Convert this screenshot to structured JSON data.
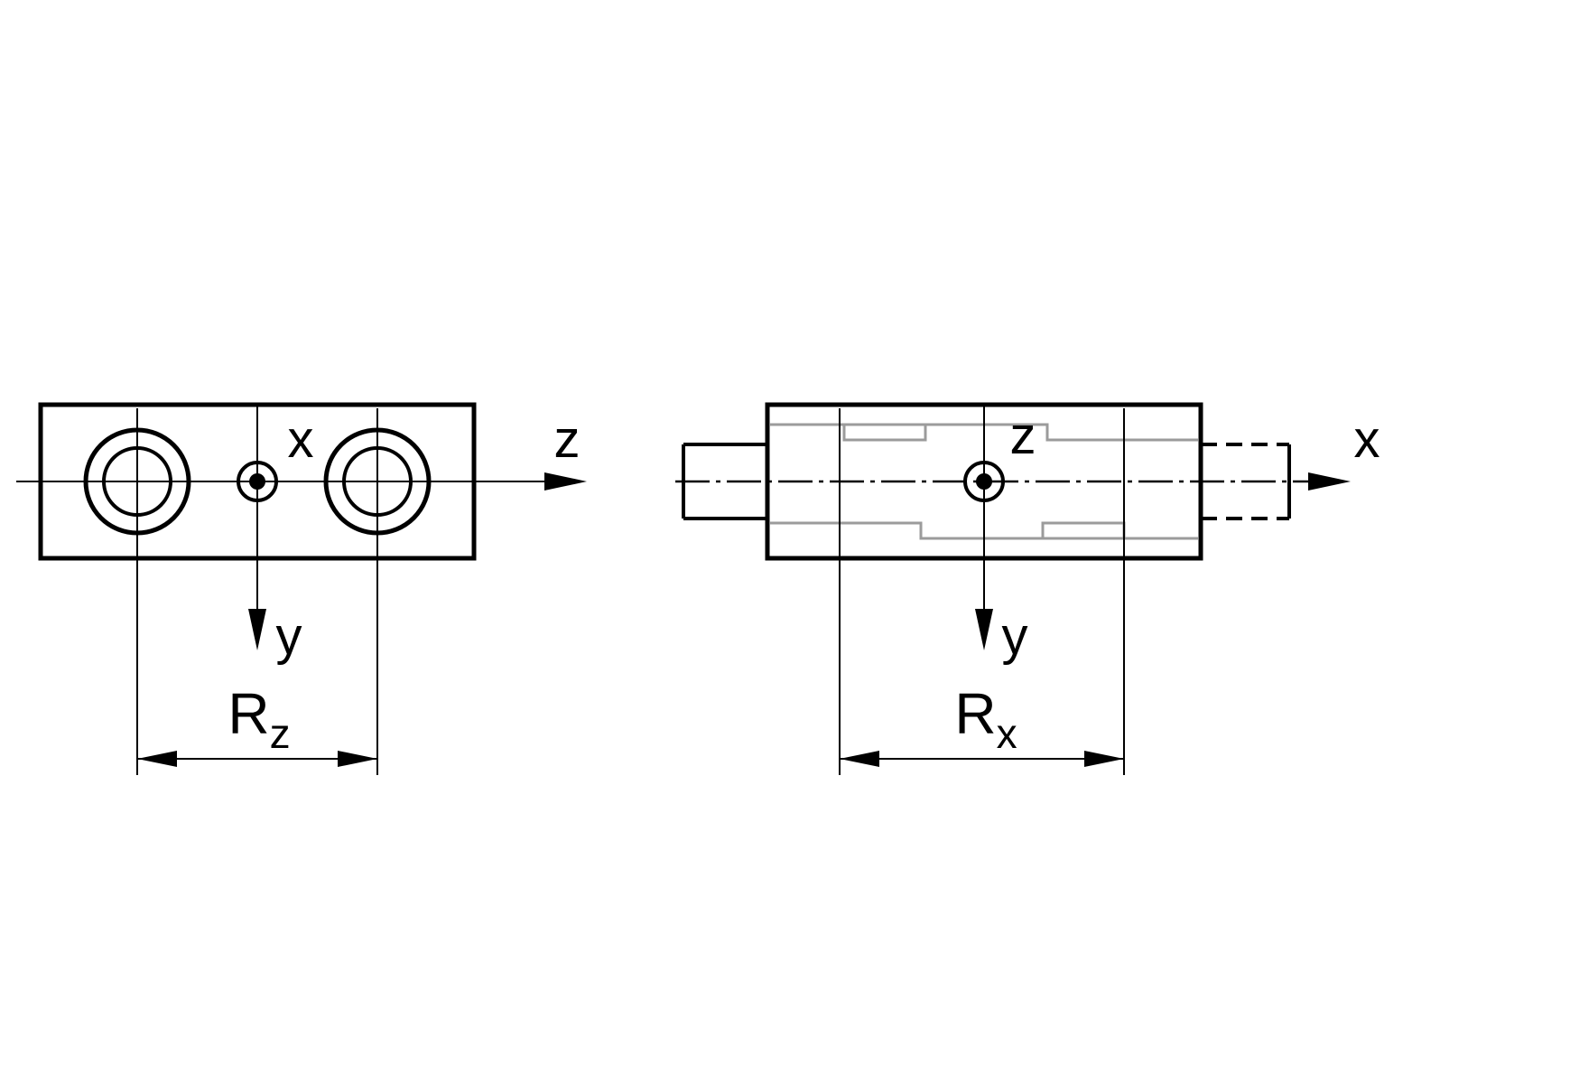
{
  "diagram": {
    "colors": {
      "line": "#000000",
      "hidden": "#9b9b9b",
      "background": "#ffffff"
    },
    "front_view": {
      "out_of_plane_axis": "x",
      "horizontal_axis": "z",
      "vertical_axis": "y",
      "dimension": {
        "base": "R",
        "subscript": "z"
      }
    },
    "side_view": {
      "out_of_plane_axis": "z",
      "horizontal_axis": "x",
      "vertical_axis": "y",
      "dimension": {
        "base": "R",
        "subscript": "x"
      }
    }
  }
}
